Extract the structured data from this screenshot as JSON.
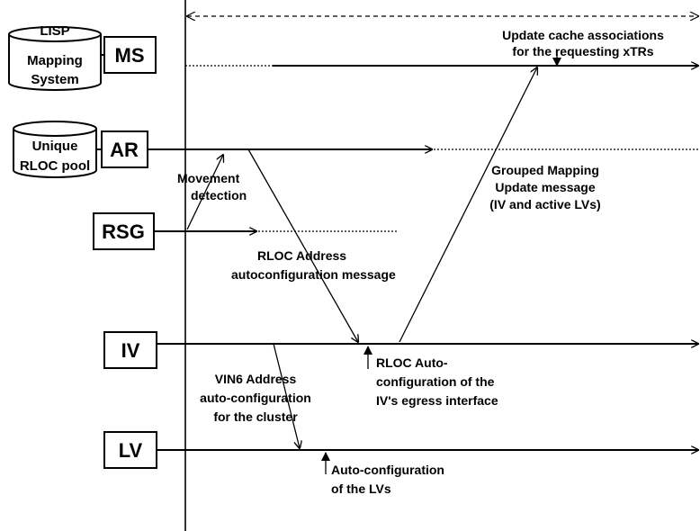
{
  "entities": {
    "ms": {
      "label": "MS"
    },
    "ar": {
      "label": "AR"
    },
    "rsg": {
      "label": "RSG"
    },
    "iv": {
      "label": "IV"
    },
    "lv": {
      "label": "LV"
    }
  },
  "databases": {
    "lisp": {
      "lines": [
        "LISP",
        "Mapping",
        "System"
      ]
    },
    "rloc_pool": {
      "lines": [
        "Unique",
        "RLOC pool"
      ]
    }
  },
  "annotations": {
    "update_cache": [
      "Update cache associations",
      "for the requesting xTRs"
    ],
    "movement_detection": [
      "Movement",
      "detection"
    ],
    "grouped_mapping": [
      "Grouped Mapping",
      "Update message",
      "(IV and active LVs)"
    ],
    "rloc_autoconf_msg": [
      "RLOC Address",
      "autoconfiguration message"
    ],
    "rloc_autoconf_iv": [
      "RLOC Auto-",
      "configuration of the",
      "IV's egress interface"
    ],
    "vin6": [
      "VIN6 Address",
      "auto-configuration",
      "for the cluster"
    ],
    "lv_autoconf": [
      "Auto-configuration",
      "of the LVs"
    ]
  }
}
